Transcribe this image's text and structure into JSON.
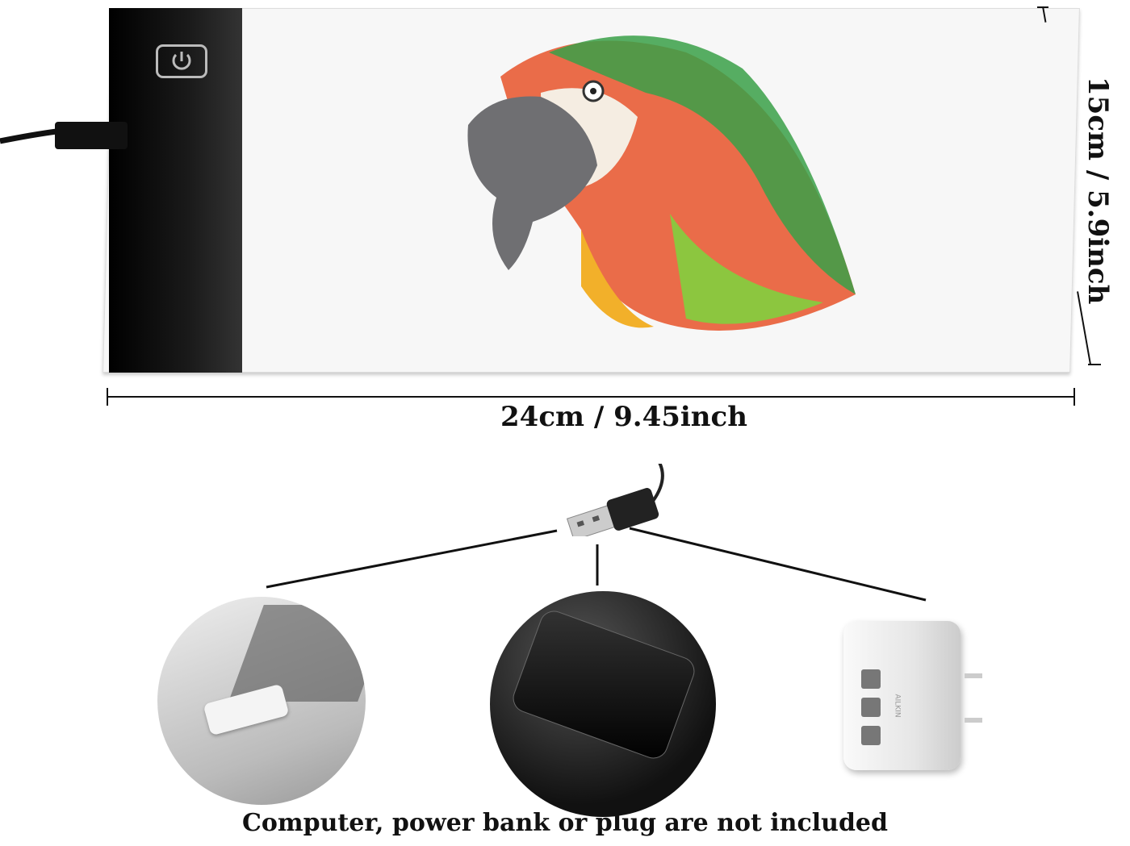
{
  "dimensions": {
    "width_label": "24cm / 9.45inch",
    "height_label": "15cm / 5.9inch"
  },
  "charger_brand": "AILKIN",
  "footer_note": "Computer, power bank or plug are not included",
  "colors": {
    "strip": "#000000",
    "pad": "#f7f7f7",
    "text": "#111111"
  }
}
